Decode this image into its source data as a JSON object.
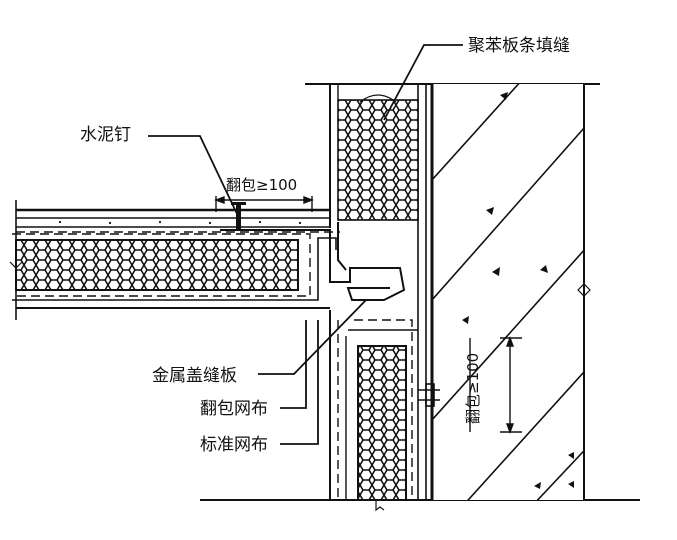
{
  "labels": {
    "filler_strip": "聚苯板条填缝",
    "cement_nail": "水泥钉",
    "wrap_top_dim": "翻包≥100",
    "metal_cover_plate": "金属盖缝板",
    "wrap_mesh": "翻包网布",
    "standard_mesh": "标准网布",
    "wrap_side_dim": "翻包≥100"
  }
}
